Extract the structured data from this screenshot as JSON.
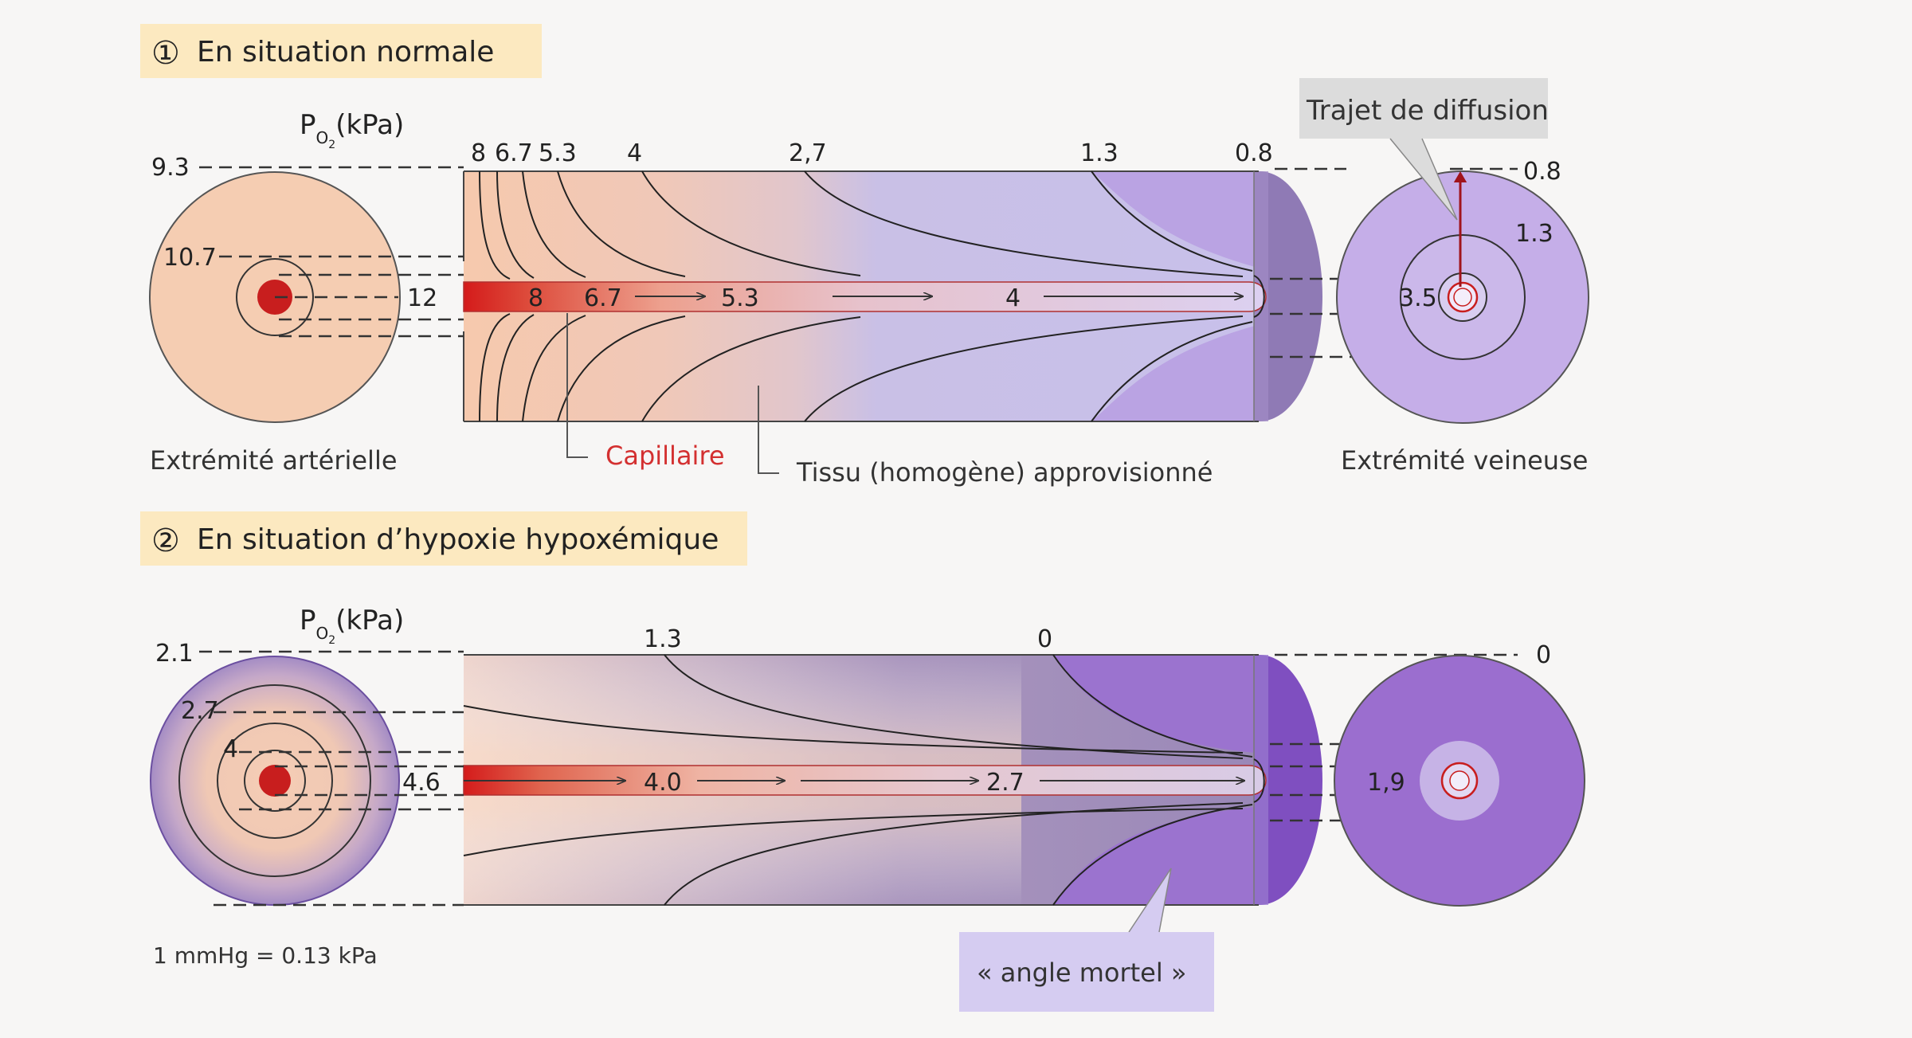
{
  "panel1": {
    "badge": "①",
    "title": "En situation normale",
    "unit_p": "P",
    "unit_sub": "O",
    "unit_sub2": "2",
    "unit_kpa": "(kPa)",
    "left_labels": [
      "9.3",
      "10.7",
      "12"
    ],
    "top_labels": [
      "8",
      "6.7",
      "5.3",
      "4",
      "2,7",
      "1.3",
      "0.8"
    ],
    "capillary_labels": [
      "8",
      "6.7",
      "5.3",
      "4"
    ],
    "right_labels": [
      "0.8",
      "1.3",
      "3.5"
    ],
    "caption_arterial": "Extrémité artérielle",
    "caption_capillary": "Capillaire",
    "caption_tissue": "Tissu (homogène) approvisionné",
    "caption_venous": "Extrémité veineuse",
    "callout": "Trajet de diffusion",
    "colors": {
      "arterial": "#f5ccb2",
      "venous": "#c5aee8",
      "blood": "#c81e1e",
      "badge_bg": "#fce9c0"
    }
  },
  "panel2": {
    "badge": "②",
    "title": "En situation d’hypoxie hypoxémique",
    "unit_p": "P",
    "unit_sub": "O",
    "unit_sub2": "2",
    "unit_kpa": "(kPa)",
    "left_labels": [
      "2.1",
      "2.7",
      "4",
      "4.6"
    ],
    "top_labels": [
      "1.3",
      "0"
    ],
    "capillary_labels": [
      "4.0",
      "2.7"
    ],
    "right_labels": [
      "0",
      "1,9"
    ],
    "callout": "« angle mortel »",
    "note": "1 mmHg = 0.13 kPa",
    "colors": {
      "tissue_dark": "#9b87b6",
      "venous": "#9b6ecf",
      "callout_bg": "#d5ccf1"
    }
  }
}
